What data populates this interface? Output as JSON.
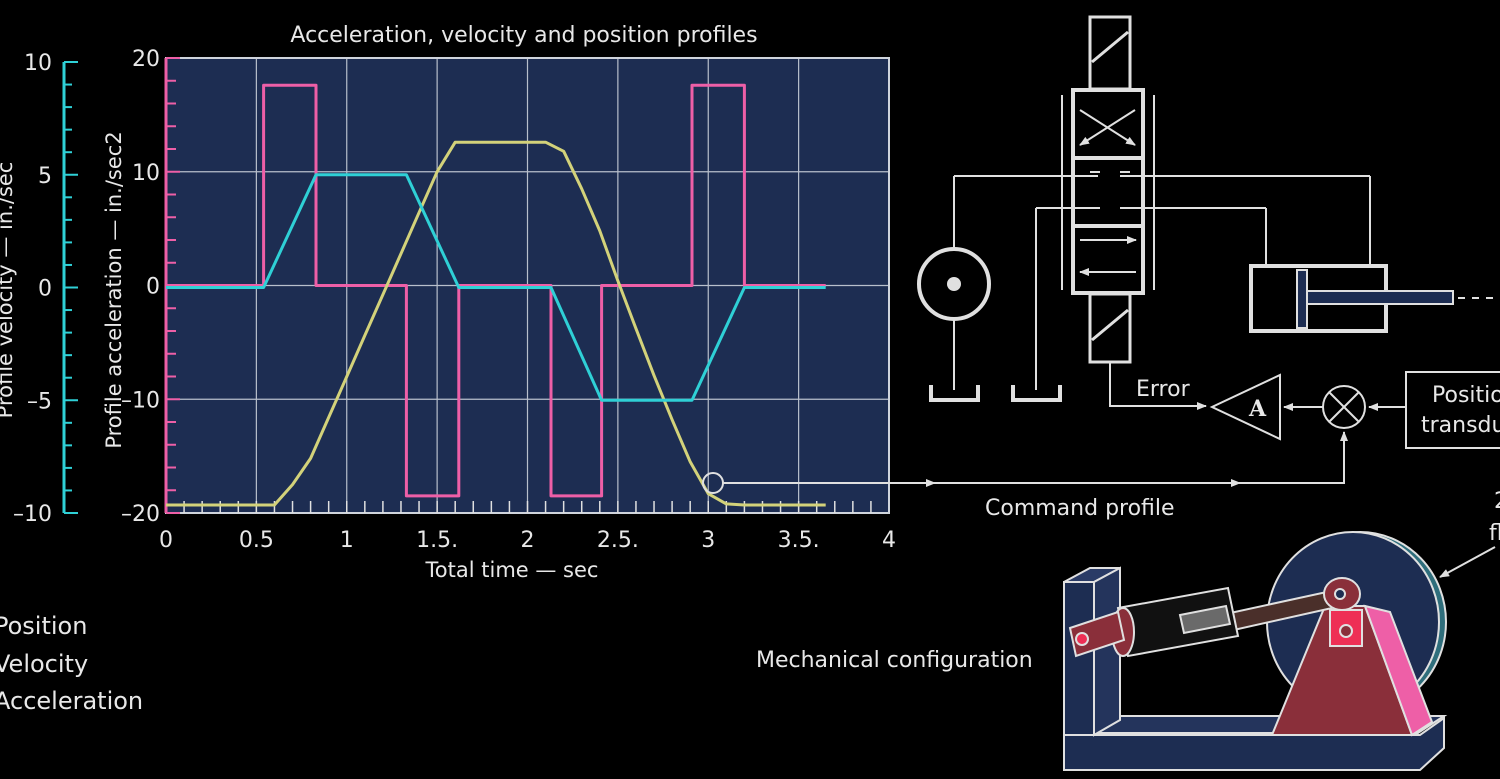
{
  "colors": {
    "background": "#000000",
    "plot_area": "#1d2d52",
    "grid": "#b8bfcc",
    "acceleration": "#ee5fa7",
    "velocity": "#2fd0d6",
    "position": "#d3d27a",
    "line": "#e0e0e0"
  },
  "chart_data": {
    "type": "line",
    "title": "Acceleration, velocity and position profiles",
    "xlabel": "Total time — sec",
    "ylabel_acceleration": "Profile acceleration — in./sec2",
    "ylabel_velocity": "Profile velocity — in./sec",
    "xlim": [
      0,
      4
    ],
    "ylim_acceleration": [
      -20,
      20
    ],
    "ylim_velocity": [
      -10,
      10
    ],
    "x_tick_labels": [
      "0",
      "0.5",
      "1",
      "1.5.",
      "2",
      "2.5.",
      "3",
      "3.5.",
      "4"
    ],
    "x_ticks": [
      0,
      0.5,
      1,
      1.5,
      2,
      2.5,
      3,
      3.5,
      4
    ],
    "acc_tick_labels": [
      "20",
      "10",
      "0",
      "–10",
      "–20"
    ],
    "acc_ticks": [
      20,
      10,
      0,
      -10,
      -20
    ],
    "vel_tick_labels": [
      "10",
      "5",
      "0",
      "–5",
      "–10"
    ],
    "vel_ticks": [
      10,
      5,
      0,
      -5,
      -10
    ],
    "legend": [
      "Position",
      "Velocity",
      "Acceleration"
    ],
    "series": [
      {
        "name": "Acceleration",
        "axis": "acceleration",
        "x": [
          0,
          0.54,
          0.54,
          0.83,
          0.83,
          1.33,
          1.33,
          1.62,
          1.62,
          2.13,
          2.13,
          2.41,
          2.41,
          2.91,
          2.91,
          3.2,
          3.2,
          3.65
        ],
        "y": [
          0,
          0,
          17.6,
          17.6,
          0,
          0,
          -18.5,
          -18.5,
          0,
          0,
          -18.5,
          -18.5,
          0,
          0,
          17.6,
          17.6,
          0,
          0
        ]
      },
      {
        "name": "Velocity",
        "axis": "velocity",
        "x": [
          0,
          0.54,
          0.83,
          1.33,
          1.62,
          2.13,
          2.41,
          2.91,
          3.2,
          3.65
        ],
        "y": [
          0,
          0,
          5,
          5,
          0,
          0,
          -5,
          -5,
          0,
          0
        ]
      },
      {
        "name": "Position",
        "axis": "acceleration",
        "x": [
          0,
          0.6,
          0.7,
          0.8,
          0.9,
          1.0,
          1.1,
          1.2,
          1.3,
          1.4,
          1.5,
          1.6,
          2.1,
          2.2,
          2.3,
          2.4,
          2.5,
          2.6,
          2.7,
          2.8,
          2.9,
          3.0,
          3.1,
          3.2,
          3.3,
          3.65
        ],
        "y": [
          -19.3,
          -19.3,
          -17.5,
          -15.2,
          -11.6,
          -8.0,
          -4.4,
          -0.8,
          2.8,
          6.4,
          10.0,
          12.6,
          12.6,
          11.8,
          8.5,
          4.8,
          0.4,
          -3.8,
          -7.9,
          -11.8,
          -15.5,
          -18.3,
          -19.2,
          -19.3,
          -19.3,
          -19.3
        ]
      }
    ]
  },
  "diagram": {
    "error_label": "Error",
    "amplifier_label": "A",
    "transducer_label": "Position transducer",
    "transducer_line1": "Positio",
    "transducer_line2": "transdu",
    "command_profile_label": "Command profile",
    "mechanical_label": "Mechanical configuration",
    "flywheel_label_line1": "2",
    "flywheel_label_line2": "fl"
  }
}
